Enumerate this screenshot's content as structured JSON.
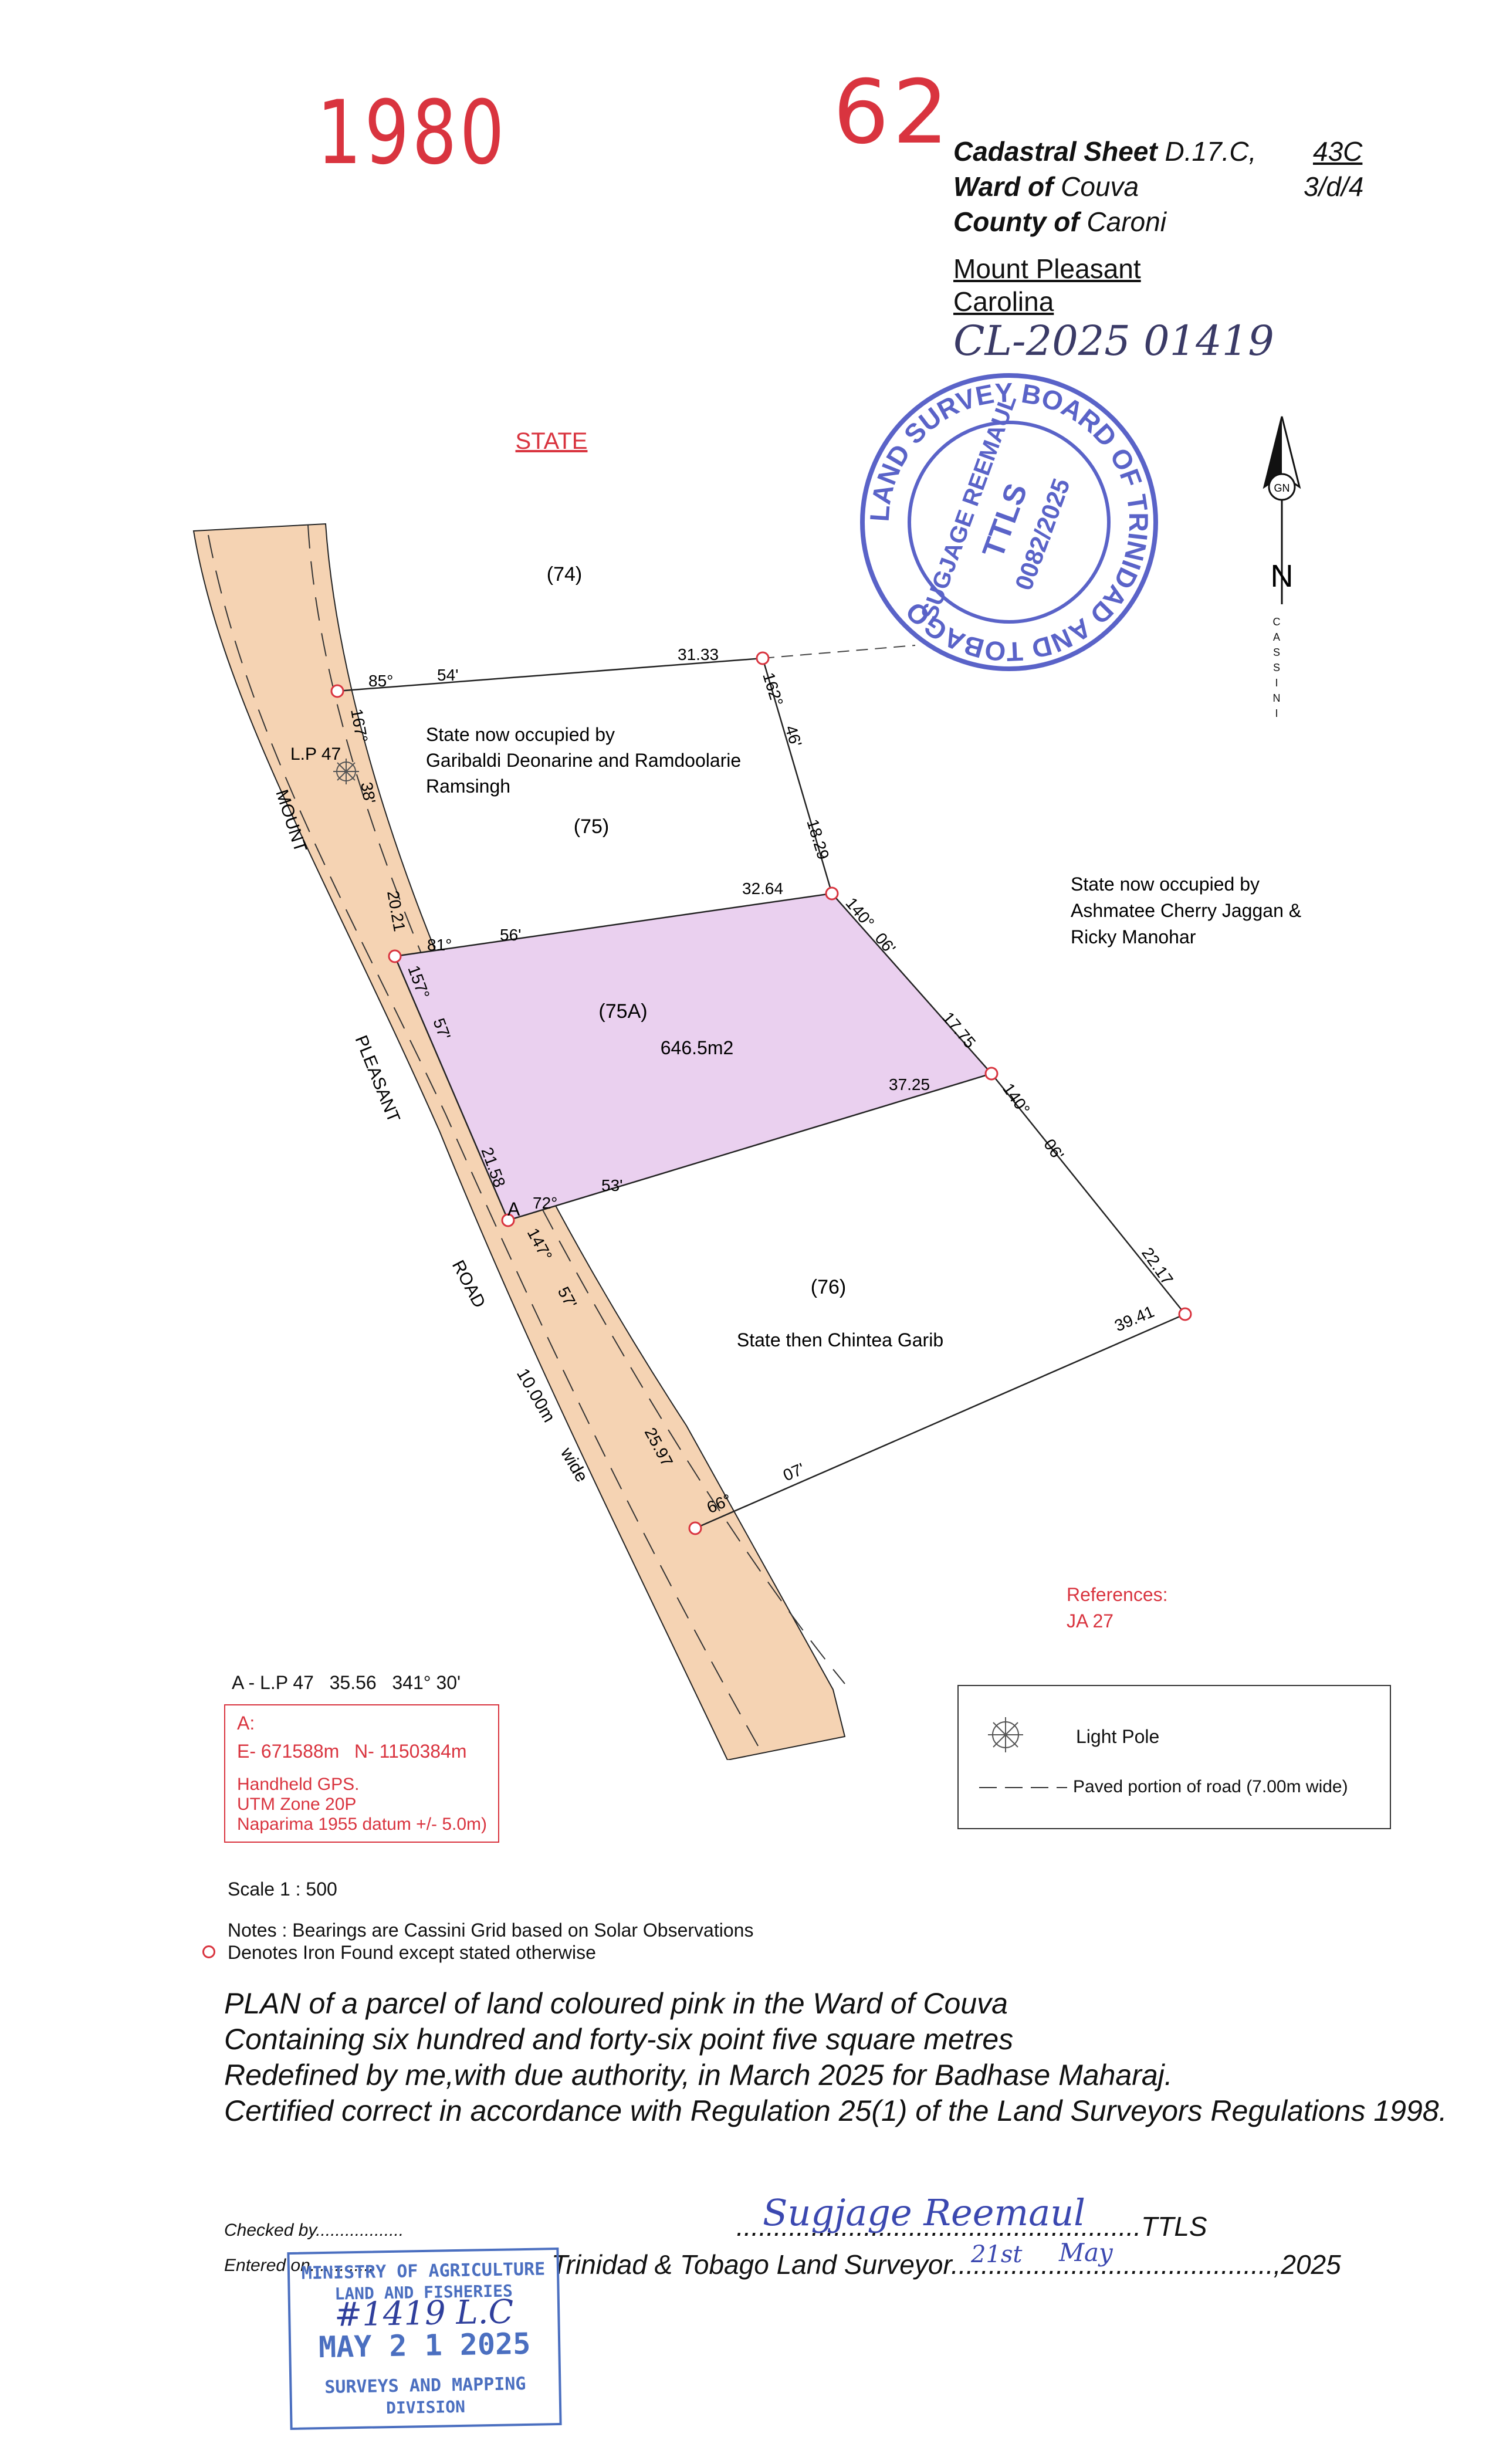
{
  "header": {
    "ref_number_left": "1980",
    "ref_number_right": "62",
    "cadastral_label": "Cadastral Sheet",
    "cadastral_value": "D.17.C,",
    "sheet_code": "43C",
    "ward_label": "Ward of",
    "ward_value": "Couva",
    "sheet_grid": "3/d/4",
    "county_label": "County of",
    "county_value": "Caroni",
    "location_1": "Mount Pleasant",
    "location_2": "Carolina",
    "file_number": "CL-2025 01419"
  },
  "stamp_surveyor": {
    "ring_text": "LAND SURVEY BOARD OF TRINIDAD AND TOBAGO",
    "name": "SUGJAGE REEMAUL",
    "title": "TTLS",
    "licence": "0082/2025"
  },
  "north": {
    "arrow_label": "GN",
    "letter": "N",
    "grid_text": "CASSINI"
  },
  "diagram": {
    "state_label": "STATE",
    "parcel_74": "(74)",
    "parcel_75": "(75)",
    "parcel_75a": "(75A)",
    "parcel_75a_area": "646.5m2",
    "parcel_76": "(76)",
    "occupant_75_line1": "State now occupied by",
    "occupant_75_line2": "Garibaldi Deonarine and Ramdoolarie",
    "occupant_75_line3": "Ramsingh",
    "occupant_east_line1": "State now occupied by",
    "occupant_east_line2": "Ashmatee Cherry Jaggan &",
    "occupant_east_line3": "Ricky Manohar",
    "occupant_76": "State then Chintea Garib",
    "road_word_1": "MOUNT",
    "road_word_2": "PLEASANT",
    "road_word_3": "ROAD",
    "road_width_value": "10.00m",
    "road_width_word": "wide",
    "light_pole_label": "L.P 47",
    "point_a": "A",
    "dims": {
      "top_bearing_deg": "85°",
      "top_bearing_min": "54'",
      "top_length": "31.33",
      "ne_bearing_deg": "162°",
      "ne_bearing_min": "46'",
      "ne_length": "18.29",
      "w1_bearing_deg": "167°",
      "w1_bearing_min": "38'",
      "w1_length": "20.21",
      "n75a_bearing_deg": "81°",
      "n75a_bearing_min": "56'",
      "n75a_length": "32.64",
      "e75a_bearing_deg": "140°",
      "e75a_bearing_min": "06'",
      "e75a_length": "17.75",
      "w2_bearing_deg": "157°",
      "w2_bearing_min": "57'",
      "w2_length": "21.58",
      "s75a_length": "37.25",
      "s75a_bearing_deg": "72°",
      "s75a_bearing_min": "53'",
      "e76_bearing_deg": "140°",
      "e76_bearing_min": "06'",
      "e76_length": "22.17",
      "w3_bearing_deg": "147°",
      "w3_bearing_min": "57'",
      "w3_length": "25.97",
      "s76_length": "39.41",
      "s76_bearing_deg": "66°",
      "s76_bearing_min": "07'"
    }
  },
  "references": {
    "title": "References:",
    "item": "JA 27"
  },
  "tie": {
    "text": "A - L.P 47   35.56   341° 30'"
  },
  "coordinates": {
    "point": "A:",
    "easting": "E- 671588m",
    "northing": "N- 1150384m",
    "method_1": "Handheld GPS.",
    "method_2": "UTM Zone 20P",
    "method_3": "Naparima 1955 datum +/- 5.0m)"
  },
  "legend": {
    "light_pole": "Light Pole",
    "paved_road": "Paved portion of road (7.00m wide)"
  },
  "notes": {
    "scale": "Scale 1 : 500",
    "bearings": "Notes : Bearings are Cassini Grid based on Solar Observations",
    "iron": "Denotes Iron Found except stated otherwise"
  },
  "plan_text": {
    "line1": "PLAN of a parcel of land coloured pink in the Ward of Couva",
    "line2": "Containing six hundred and forty-six point five square metres",
    "line3": "Redefined by me,with due authority, in March 2025 for Badhase Maharaj.",
    "line4": "Certified correct in accordance with Regulation 25(1) of the Land Surveyors Regulations 1998."
  },
  "signature": {
    "checked_label": "Checked by..................",
    "entered_label": "Entered on.............",
    "signature_name": "Sugjage Reemaul",
    "ttls_line": "......................................................TTLS",
    "surveyor_line": "Trinidad & Tobago Land Surveyor...........................................,2025",
    "day": "21st",
    "month": "May"
  },
  "stamp_ministry": {
    "line1": "MINISTRY OF AGRICULTURE",
    "line2": "LAND AND FISHERIES",
    "handwritten": "#1419 L.C",
    "date": "MAY 2 1 2025",
    "line4": "SURVEYS AND MAPPING",
    "line5": "DIVISION"
  },
  "colors": {
    "road_fill": "#f5d3b3",
    "parcel_fill": "#ead0ef",
    "red": "#d9343f",
    "stamp_blue": "#5a63c8",
    "ministry_blue": "#4b6fc0"
  }
}
